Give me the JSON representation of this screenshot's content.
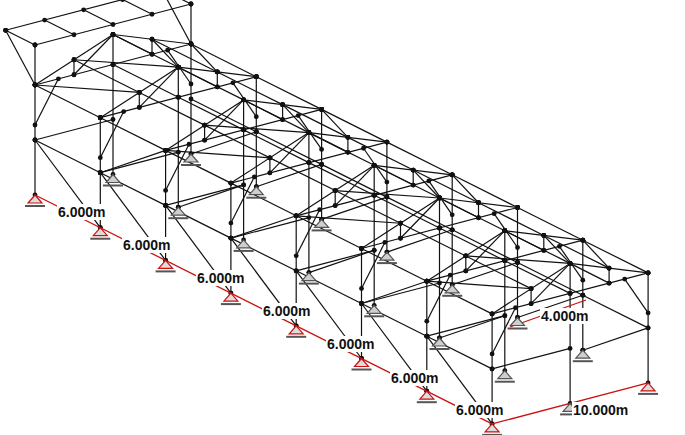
{
  "diagram": {
    "labels": [
      "6.000m",
      "6.000m",
      "6.000m",
      "6.000m",
      "6.000m",
      "6.000m",
      "6.000m",
      "4.000m",
      "10.000m"
    ]
  }
}
